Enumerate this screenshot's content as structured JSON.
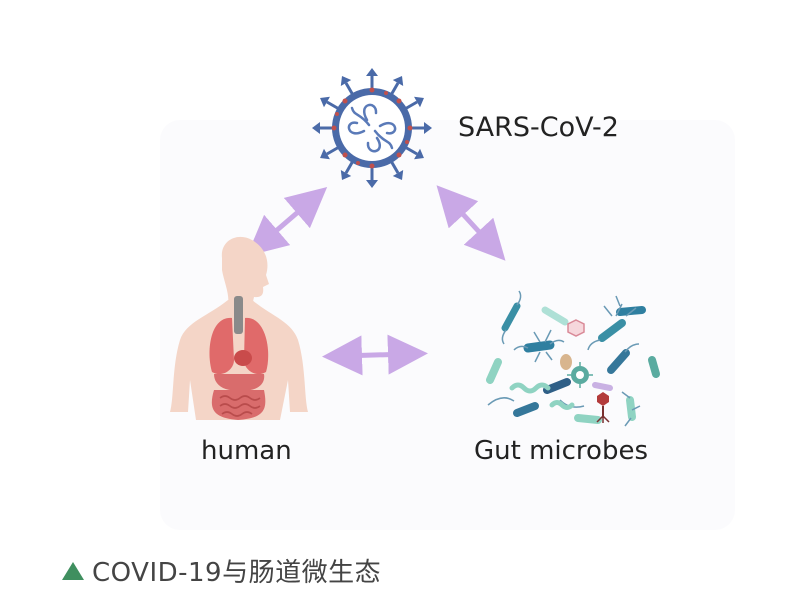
{
  "diagram": {
    "virus_label": "SARS-CoV-2",
    "human_label": "human",
    "gut_label": "Gut microbes",
    "arrow_color": "#c9a8e6",
    "virus_colors": {
      "body": "#4a6aa8",
      "core": "#ffffff",
      "spike_dots": "#c0504d"
    }
  },
  "caption": {
    "text": "COVID-19与肠道微生态",
    "marker_color": "#3f8f5f",
    "marker_icon": "triangle-up-icon"
  }
}
